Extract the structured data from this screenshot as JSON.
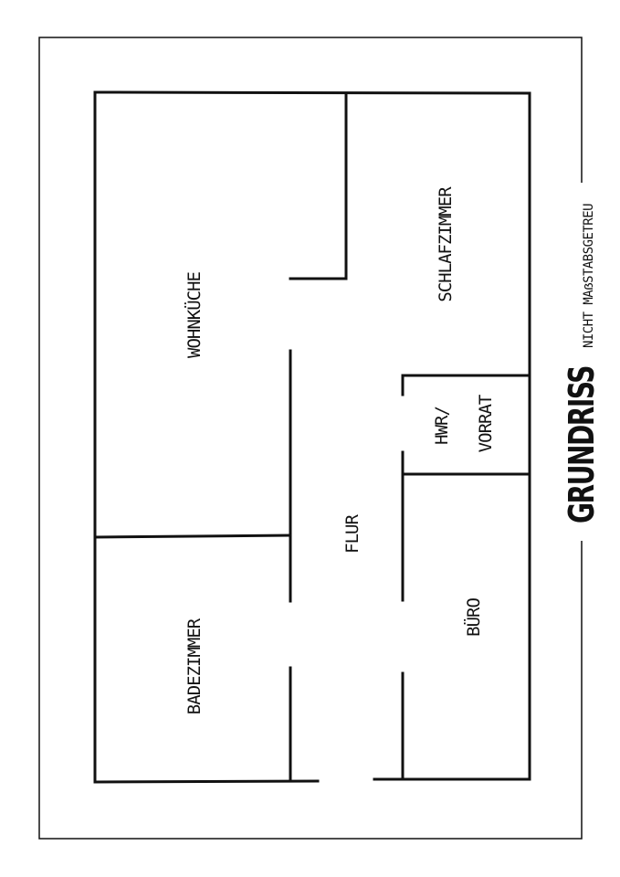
{
  "title": "GRUNDRISS",
  "subtitle": "NICHT MAẞSTABSGETREU",
  "rooms": {
    "wohnkueche": "WOHNKÜCHE",
    "schlafzimmer": "SCHLAFZIMMER",
    "hwr_line1": "HWR/",
    "hwr_line2": "VORRAT",
    "flur": "FLUR",
    "buero": "BÜRO",
    "badezimmer": "BADEZIMMER"
  }
}
